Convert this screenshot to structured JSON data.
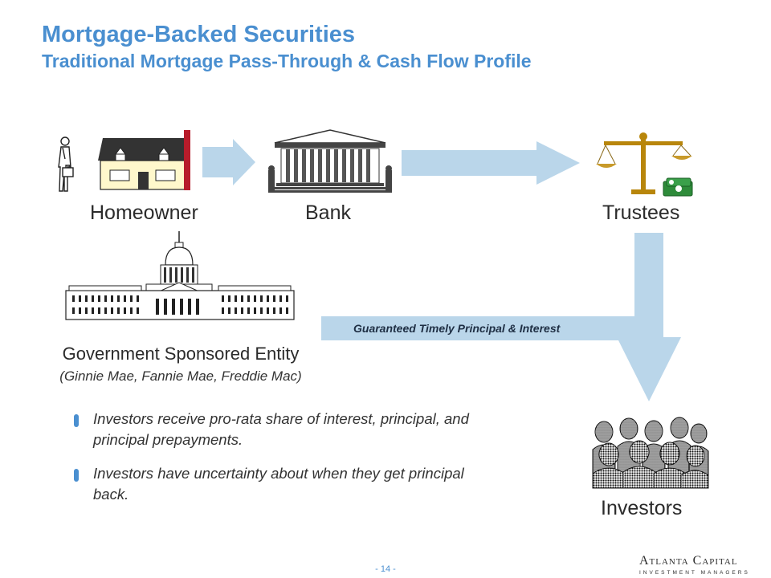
{
  "header": {
    "title": "Mortgage-Backed Securities",
    "subtitle": "Traditional Mortgage Pass-Through & Cash Flow Profile"
  },
  "diagram": {
    "nodes": {
      "homeowner": "Homeowner",
      "bank": "Bank",
      "trustees": "Trustees",
      "investors": "Investors"
    },
    "guarantee": "Guaranteed Timely Principal & Interest",
    "gse": {
      "label": "Government Sponsored Entity",
      "members": "(Ginnie Mae, Fannie Mae, Freddie Mac)"
    },
    "colors": {
      "arrow": "#bad6ea",
      "title": "#4a8fd0",
      "bullet": "#4a8fd0",
      "money": "#2e8b3a"
    },
    "icons": [
      "person-icon",
      "house-icon",
      "bank-building-icon",
      "scales-icon",
      "money-stack-icon",
      "capitol-building-icon",
      "crowd-icon"
    ]
  },
  "bullets": [
    "Investors receive pro-rata share of interest, principal, and principal prepayments.",
    "Investors have uncertainty about when they get principal back."
  ],
  "footer": {
    "page_number": "- 14 -",
    "logo_name": "Atlanta Capital",
    "logo_tagline": "INVESTMENT MANAGERS"
  }
}
